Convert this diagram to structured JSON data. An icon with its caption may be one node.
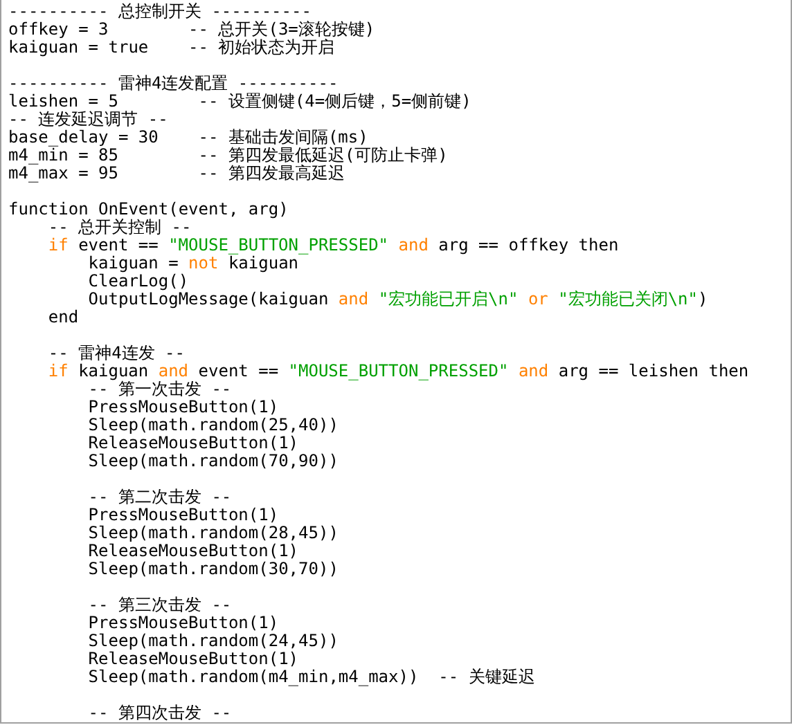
{
  "diagram": {
    "labels": [
      "---------- 总控制开关 ----------",
      "offkey = 3",
      "-- 总开关(3=滚轮按键)",
      "kaiguan = true",
      "-- 初始状态为开启",
      "---------- 雷神4连发配置 ----------",
      "leishen = 5",
      "-- 设置侧键(4=侧后键，5=侧前键)",
      "-- 连发延迟调节 --",
      "base_delay = 30",
      "-- 基础击发间隔(ms)",
      "m4_min = 85",
      "-- 第四发最低延迟(可防止卡弹)",
      "m4_max = 95",
      "-- 第四发最高延迟",
      "function OnEvent(event, arg)",
      "-- 总开关控制 --",
      "if",
      "event ==",
      "\"MOUSE_BUTTON_PRESSED\"",
      "and",
      "arg == offkey then",
      "kaiguan =",
      "not",
      "kaiguan",
      "ClearLog()",
      "OutputLogMessage(kaiguan",
      "and",
      "\"宏功能已开启\\n\"",
      "or",
      "\"宏功能已关闭\\n\"",
      ")",
      "end",
      "-- 雷神4连发 --",
      "if",
      "kaiguan",
      "and",
      "event ==",
      "\"MOUSE_BUTTON_PRESSED\"",
      "and",
      "arg == leishen then",
      "-- 第一次击发 --",
      "PressMouseButton(1)",
      "Sleep(math.random(25,40))",
      "ReleaseMouseButton(1)",
      "Sleep(math.random(70,90))",
      "-- 第二次击发 --",
      "PressMouseButton(1)",
      "Sleep(math.random(28,45))",
      "ReleaseMouseButton(1)",
      "Sleep(math.random(30,70))",
      "-- 第三次击发 --",
      "PressMouseButton(1)",
      "Sleep(math.random(24,45))",
      "ReleaseMouseButton(1)",
      "Sleep(math.random(m4_min,m4_max))",
      "-- 关键延迟",
      "-- 第四次击发 --"
    ]
  }
}
